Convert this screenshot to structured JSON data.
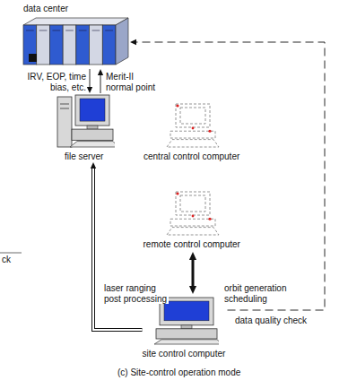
{
  "diagram": {
    "caption": "(c) Site-control operation mode",
    "nodes": [
      {
        "text": [
          "data center"
        ]
      },
      {
        "text": [
          "file server"
        ]
      },
      {
        "text": [
          "central control computer"
        ]
      },
      {
        "text": [
          "remote control computer"
        ]
      },
      {
        "text": [
          "site control computer"
        ]
      }
    ],
    "edges": [
      {
        "from": 0,
        "to": 1,
        "arrow": "to",
        "label": "IRV, EOP, time bias, etc."
      },
      {
        "from": 1,
        "to": 0,
        "arrow": "to",
        "label": "Merit-II normal point"
      },
      {
        "from": 4,
        "to": 1,
        "arrow": "to"
      },
      {
        "from": 4,
        "to": 0,
        "arrow": "to"
      },
      {
        "from": 3,
        "to": 4,
        "arrow": "both"
      }
    ],
    "labels": [
      "laser ranging post processing",
      "orbit generation scheduling",
      "data quality check",
      "ck"
    ]
  }
}
